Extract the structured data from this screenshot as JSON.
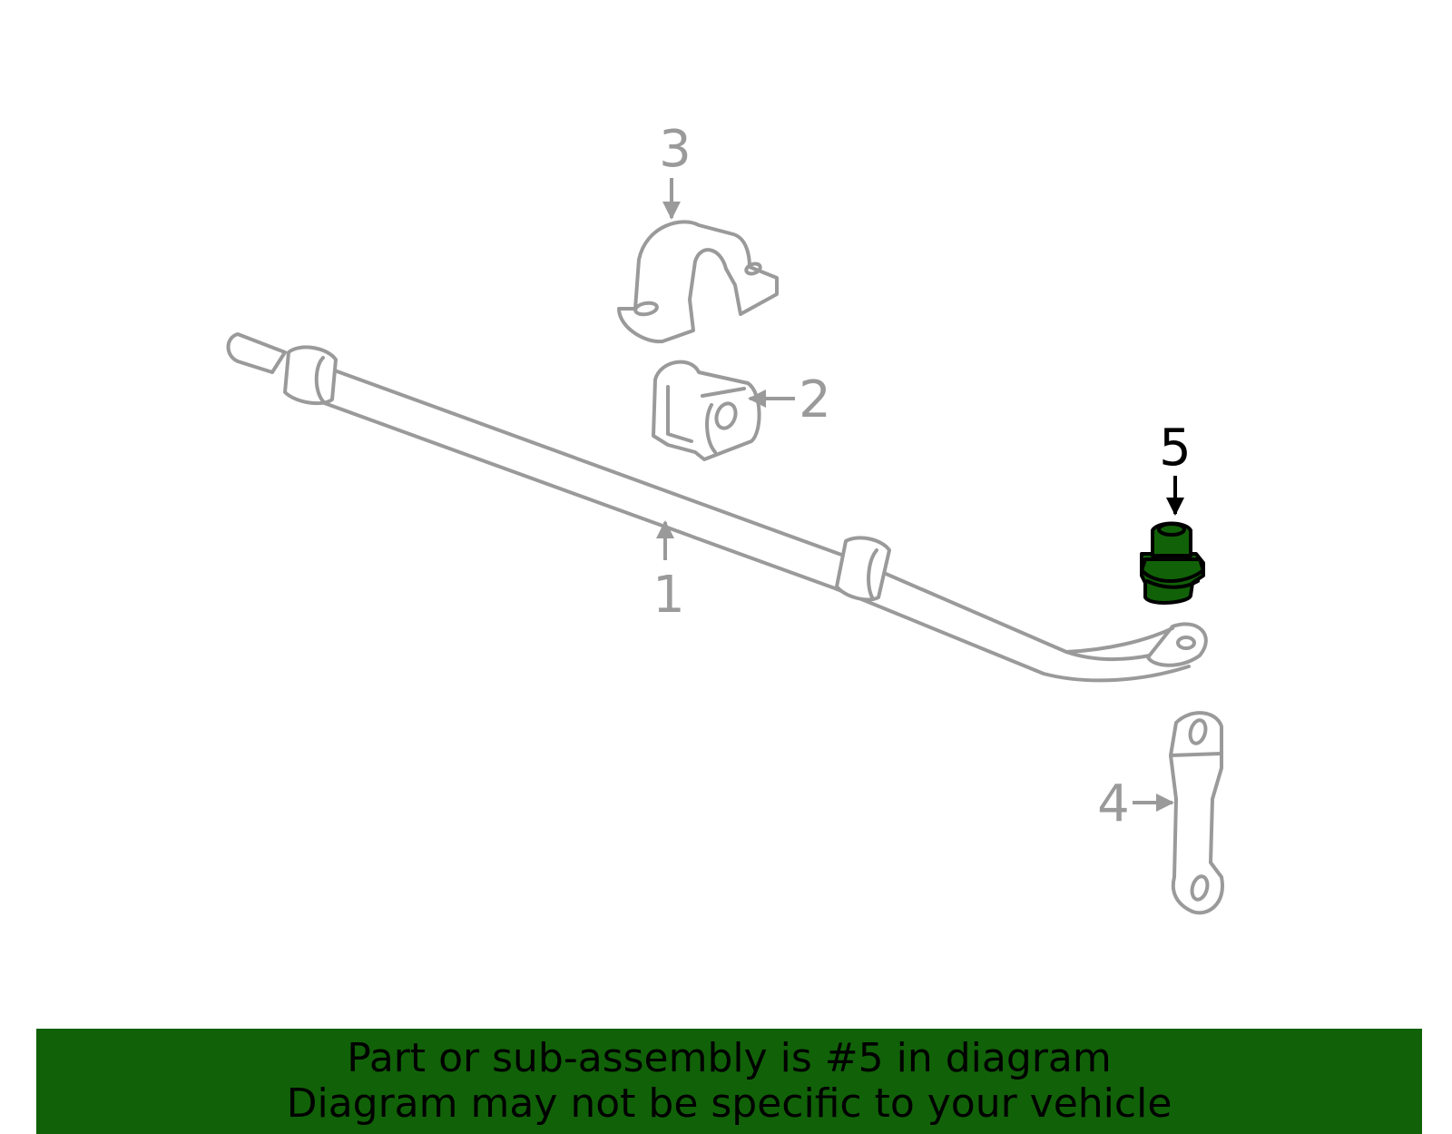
{
  "colors": {
    "highlight": "#116108",
    "part_stroke": "#9a9a9a",
    "highlight_stroke": "#000000",
    "banner_bg": "#116108",
    "banner_text": "#000000"
  },
  "callouts": [
    {
      "id": "1",
      "label": "1",
      "highlighted": false
    },
    {
      "id": "2",
      "label": "2",
      "highlighted": false
    },
    {
      "id": "3",
      "label": "3",
      "highlighted": false
    },
    {
      "id": "4",
      "label": "4",
      "highlighted": false
    },
    {
      "id": "5",
      "label": "5",
      "highlighted": true
    }
  ],
  "banner": {
    "line1": "Part or sub-assembly is #5 in diagram",
    "line2": "Diagram may not be specific to your vehicle"
  }
}
